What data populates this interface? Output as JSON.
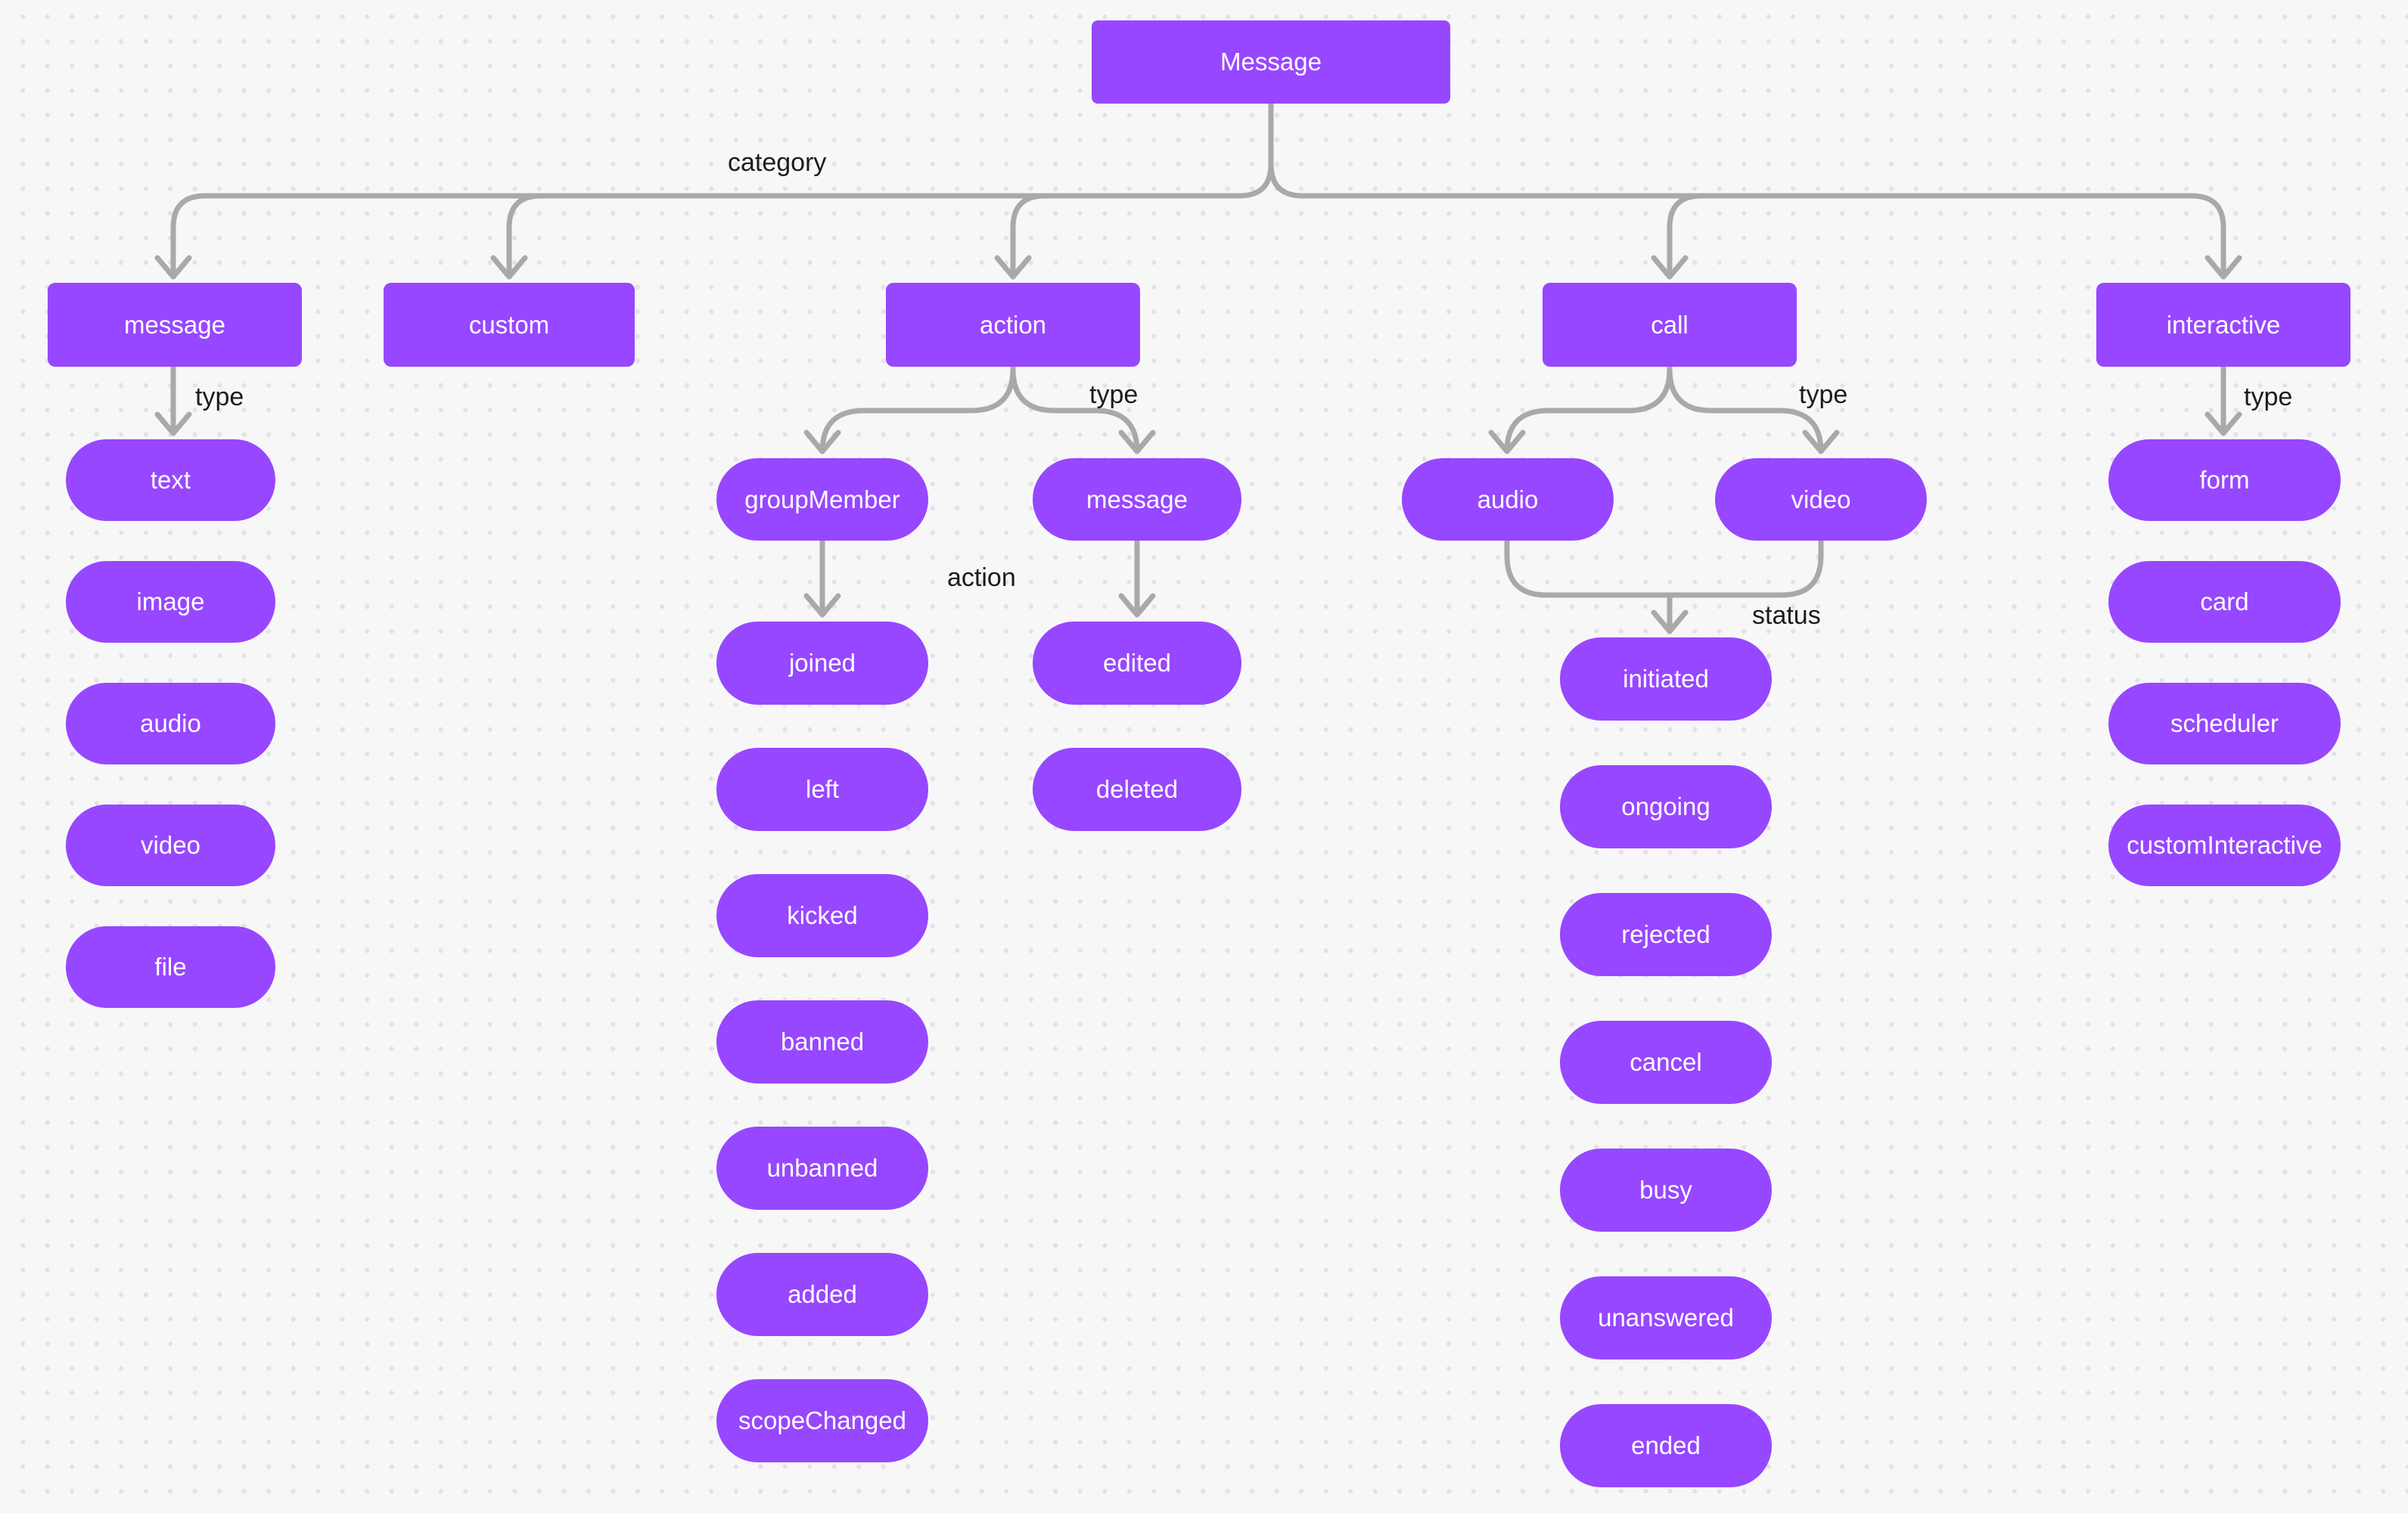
{
  "canvas": {
    "node_fill": "#9747FF",
    "node_text_color": "#FFFFFF",
    "connector_color": "#A9A9A9",
    "label_color": "#1C1C1C",
    "background": "#F7F7F8",
    "dot_color": "#E3E3E5"
  },
  "root": {
    "label": "Message"
  },
  "edges": {
    "category": "category",
    "message_type": "type",
    "action_type": "type",
    "call_type": "type",
    "interactive_type": "type",
    "group_member_action": "action",
    "call_status": "status"
  },
  "categories": {
    "message": {
      "label": "message",
      "types": [
        "text",
        "image",
        "audio",
        "video",
        "file"
      ]
    },
    "custom": {
      "label": "custom"
    },
    "action": {
      "label": "action",
      "types": {
        "groupMember": {
          "label": "groupMember",
          "actions": [
            "joined",
            "left",
            "kicked",
            "banned",
            "unbanned",
            "added",
            "scopeChanged"
          ]
        },
        "message": {
          "label": "message",
          "actions": [
            "edited",
            "deleted"
          ]
        }
      }
    },
    "call": {
      "label": "call",
      "types": [
        "audio",
        "video"
      ],
      "statuses": [
        "initiated",
        "ongoing",
        "rejected",
        "cancel",
        "busy",
        "unanswered",
        "ended"
      ]
    },
    "interactive": {
      "label": "interactive",
      "types": [
        "form",
        "card",
        "scheduler",
        "customInteractive"
      ]
    }
  }
}
